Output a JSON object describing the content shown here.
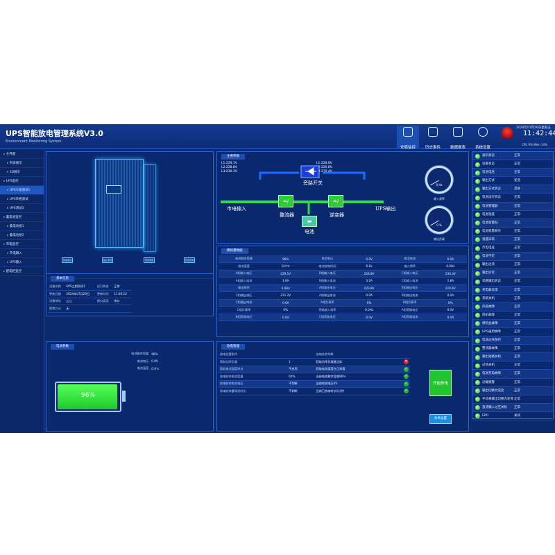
{
  "header": {
    "title": "UPS智能放电管理系统V3.0",
    "subtitle": "Environment Monitoring System",
    "nav": [
      {
        "label": "全局监控",
        "icon": "monitor-icon"
      },
      {
        "label": "历史事件",
        "icon": "history-icon"
      },
      {
        "label": "数据报表",
        "icon": "report-icon"
      },
      {
        "label": "系统设置",
        "icon": "settings-icon"
      }
    ],
    "date": "2024年07月26日星期五",
    "clock": "11:42:44",
    "cpu": "CPU 9% Mem 14%"
  },
  "sidebar": {
    "items": [
      {
        "label": "主界面",
        "sub": false
      },
      {
        "label": "列表展示",
        "sub": true
      },
      {
        "label": "3D展示",
        "sub": true
      },
      {
        "label": "UPS监控",
        "sub": false
      },
      {
        "label": "UPS三相测试1",
        "sub": true
      },
      {
        "label": "UPS单相测试",
        "sub": true
      },
      {
        "label": "UPS测试3",
        "sub": true
      },
      {
        "label": "蓄电池监控",
        "sub": false
      },
      {
        "label": "蓄电池组1",
        "sub": true
      },
      {
        "label": "蓄电池组2",
        "sub": true
      },
      {
        "label": "市电监控",
        "sub": false
      },
      {
        "label": "市电输入",
        "sub": true
      },
      {
        "label": "UPS输入",
        "sub": true
      },
      {
        "label": "配电柜监控",
        "sub": false
      }
    ]
  },
  "ups_buttons": [
    "启动测试",
    "停止测试",
    "电池放电",
    "状态查询"
  ],
  "basic_info": {
    "title": "基本信息",
    "rows": [
      [
        "设备名称",
        "UPS三相测试1",
        "运行状态",
        "正常"
      ],
      [
        "更新日期",
        "2024年07月26日",
        "更新时间",
        "11:36:12"
      ],
      [
        "设备地址",
        "221",
        "接口类型",
        "串口"
      ],
      [
        "报警方式",
        "无",
        "",
        ""
      ]
    ]
  },
  "main_params": {
    "title": "主要参数",
    "l_in": [
      "L1:229.1V",
      "L2:228.8V",
      "L3:230.3V"
    ],
    "l_out": [
      "L1:228.8V",
      "L2:220.8V",
      "L3:230.4V"
    ],
    "labels": {
      "mains_in": "市电输入",
      "bypass": "旁路开关",
      "rectifier": "整流器",
      "inverter": "逆变器",
      "ups_out": "UPS输出",
      "battery": "电池"
    },
    "gauges": [
      {
        "value": "0 Hz",
        "label": "输入频率",
        "fraction": 0.0
      },
      {
        "value": "0 %",
        "label": "输出负载",
        "fraction": 0.0
      }
    ]
  },
  "analog": {
    "title": "模拟量数据",
    "rows": [
      [
        "电池剩余容量",
        "96%",
        "电池电压",
        "0.0V",
        "电池电流",
        "0.0A"
      ],
      [
        "电池温度",
        "0.0℃",
        "电池放电时间",
        "0.0s",
        "输入频率",
        "0.0Hz"
      ],
      [
        "A相输入电压",
        "229.1V",
        "B相输入电压",
        "228.8V",
        "C相输入电压",
        "230.3V"
      ],
      [
        "A相输入电流",
        "1.6A",
        "B相输入电流",
        "3.2A",
        "C相输入电流",
        "1.8A"
      ],
      [
        "输出频率",
        "0.0Hz",
        "A相输出电压",
        "220.8V",
        "B相输出电压",
        "220.8V"
      ],
      [
        "C相输出电压",
        "221.2V",
        "A相输出电流",
        "0.0A",
        "B相输出电流",
        "0.0A"
      ],
      [
        "C相输出电流",
        "0.6A",
        "A相负载率",
        "0%",
        "B相负载率",
        "0%"
      ],
      [
        "C相负载率",
        "0%",
        "旁路输入频率",
        "0.0Hz",
        "A相旁路电压",
        "0.0V"
      ],
      [
        "B相旁路电压",
        "0.0V",
        "C相旁路电压",
        "0.0V",
        "A相旁路电流",
        "0.0A"
      ]
    ]
  },
  "battery": {
    "title": "电池参数",
    "rows": [
      [
        "电池剩余容量",
        "96%"
      ],
      [
        "电池电压",
        "0.0V"
      ],
      [
        "电池温度",
        "0.0℃"
      ]
    ],
    "level_text": "96%",
    "level": 0.96
  },
  "discharge": {
    "title": "放电管理",
    "header": [
      "放电设置条件",
      "",
      "放电条件判断"
    ],
    "rows": [
      [
        "获取功率负载",
        "1",
        "获取功率负载量达标",
        "red"
      ],
      [
        "获取电池温度地址",
        "不启用",
        "获取电池温度在正常值",
        "green"
      ],
      [
        "放电结束电池容量",
        "60%",
        "当前电池剩余容量96%",
        "green"
      ],
      [
        "放电结束电池电压",
        "不判断",
        "当前电池电压0V",
        "green"
      ],
      [
        "放电结束蓄电池时长",
        "不判断",
        "当前已放电时长0分钟",
        "green"
      ]
    ],
    "start_button": "开始放电",
    "settings_button": "条件设置"
  },
  "status_list": [
    [
      "通讯状态",
      "正常"
    ],
    [
      "设备状态",
      "正常"
    ],
    [
      "电池电压",
      "正常"
    ],
    [
      "输出方式",
      "逆变"
    ],
    [
      "输出方式状态",
      "其他"
    ],
    [
      "电池运行状态",
      "正常"
    ],
    [
      "电池管理器",
      "正常"
    ],
    [
      "电池温度",
      "正常"
    ],
    [
      "电池容量低",
      "正常"
    ],
    [
      "电池容量耗尽",
      "正常"
    ],
    [
      "温度异常",
      "正常"
    ],
    [
      "市电电压",
      "正常"
    ],
    [
      "电池不足",
      "正常"
    ],
    [
      "输出过流",
      "正常"
    ],
    [
      "输出异常",
      "正常"
    ],
    [
      "旁路输出状态",
      "正常"
    ],
    [
      "充电器异常",
      "正常"
    ],
    [
      "系统关机",
      "正常"
    ],
    [
      "风扇故障",
      "正常"
    ],
    [
      "风机故障",
      "正常"
    ],
    [
      "保险丝故障",
      "正常"
    ],
    [
      "UPS通用故障",
      "正常"
    ],
    [
      "电池过压保护",
      "正常"
    ],
    [
      "整流器故障",
      "正常"
    ],
    [
      "输出短路关机",
      "正常"
    ],
    [
      "过热关机",
      "正常"
    ],
    [
      "电池充电故障",
      "正常"
    ],
    [
      "过载报警",
      "正常"
    ],
    [
      "输出切换为逆变",
      "正常"
    ],
    [
      "手动将输出切换为逆变",
      "正常"
    ],
    [
      "直流输入过压关机",
      "正常"
    ],
    [
      "EPO",
      "关闭"
    ]
  ]
}
